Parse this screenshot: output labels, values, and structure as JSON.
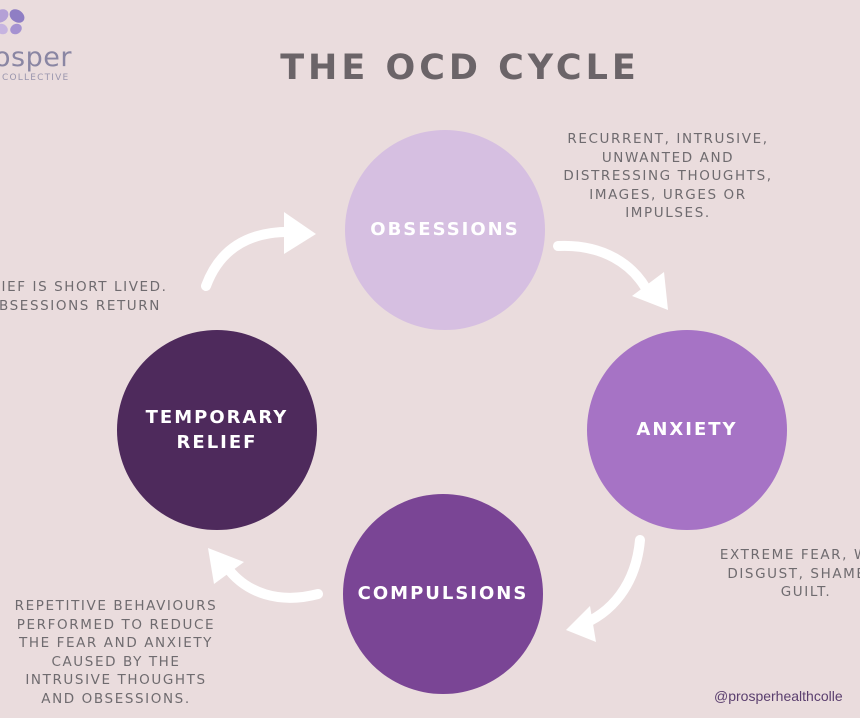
{
  "logo": {
    "icon": "butterfly-icon",
    "wordmark": "osper",
    "subtext": "COLLECTIVE"
  },
  "title": "THE OCD CYCLE",
  "stages": {
    "obsessions": {
      "label": "OBSESSIONS",
      "color": "#d6bfe1"
    },
    "anxiety": {
      "label": "ANXIETY",
      "color": "#a673c5"
    },
    "compulsions": {
      "label": "COMPULSIONS",
      "color": "#7a4595"
    },
    "relief": {
      "label_line1": "TEMPORARY",
      "label_line2": "RELIEF",
      "color": "#4e2a5c"
    }
  },
  "descriptions": {
    "obsessions": [
      "RECURRENT, INTRUSIVE,",
      "UNWANTED AND",
      "DISTRESSING THOUGHTS,",
      "IMAGES, URGES OR",
      "IMPULSES."
    ],
    "relief": [
      "LIEF IS SHORT LIVED.",
      "BSESSIONS RETURN"
    ],
    "compulsions": [
      "REPETITIVE BEHAVIOURS",
      "PERFORMED TO REDUCE",
      "THE FEAR AND ANXIETY",
      "CAUSED BY THE",
      "INTRUSIVE THOUGHTS",
      "AND OBSESSIONS."
    ],
    "anxiety": [
      "EXTREME FEAR, WOR",
      "DISGUST, SHAME O",
      "GUILT."
    ]
  },
  "handle": "@prosperhealthcolle",
  "arrow_color": "#ffffff"
}
